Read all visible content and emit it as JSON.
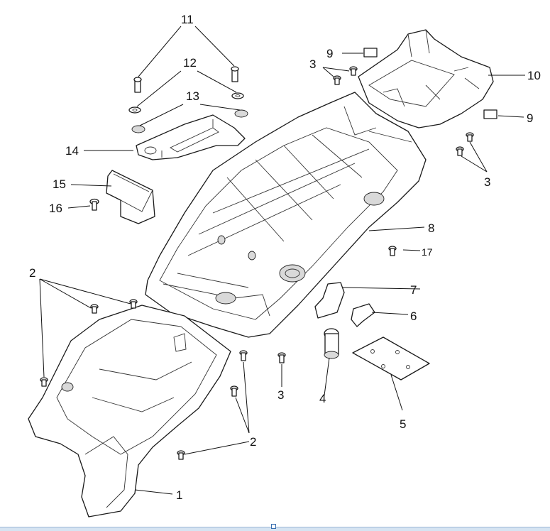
{
  "diagram": {
    "callouts": {
      "c1": "1",
      "c2a": "2",
      "c2b": "2",
      "c3a": "3",
      "c3b": "3",
      "c3c": "3",
      "c4": "4",
      "c5": "5",
      "c6": "6",
      "c7": "7",
      "c8": "8",
      "c9a": "9",
      "c9b": "9",
      "c10": "10",
      "c11": "11",
      "c12": "12",
      "c13": "13",
      "c14": "14",
      "c15": "15",
      "c16": "16",
      "c17": "17"
    }
  }
}
